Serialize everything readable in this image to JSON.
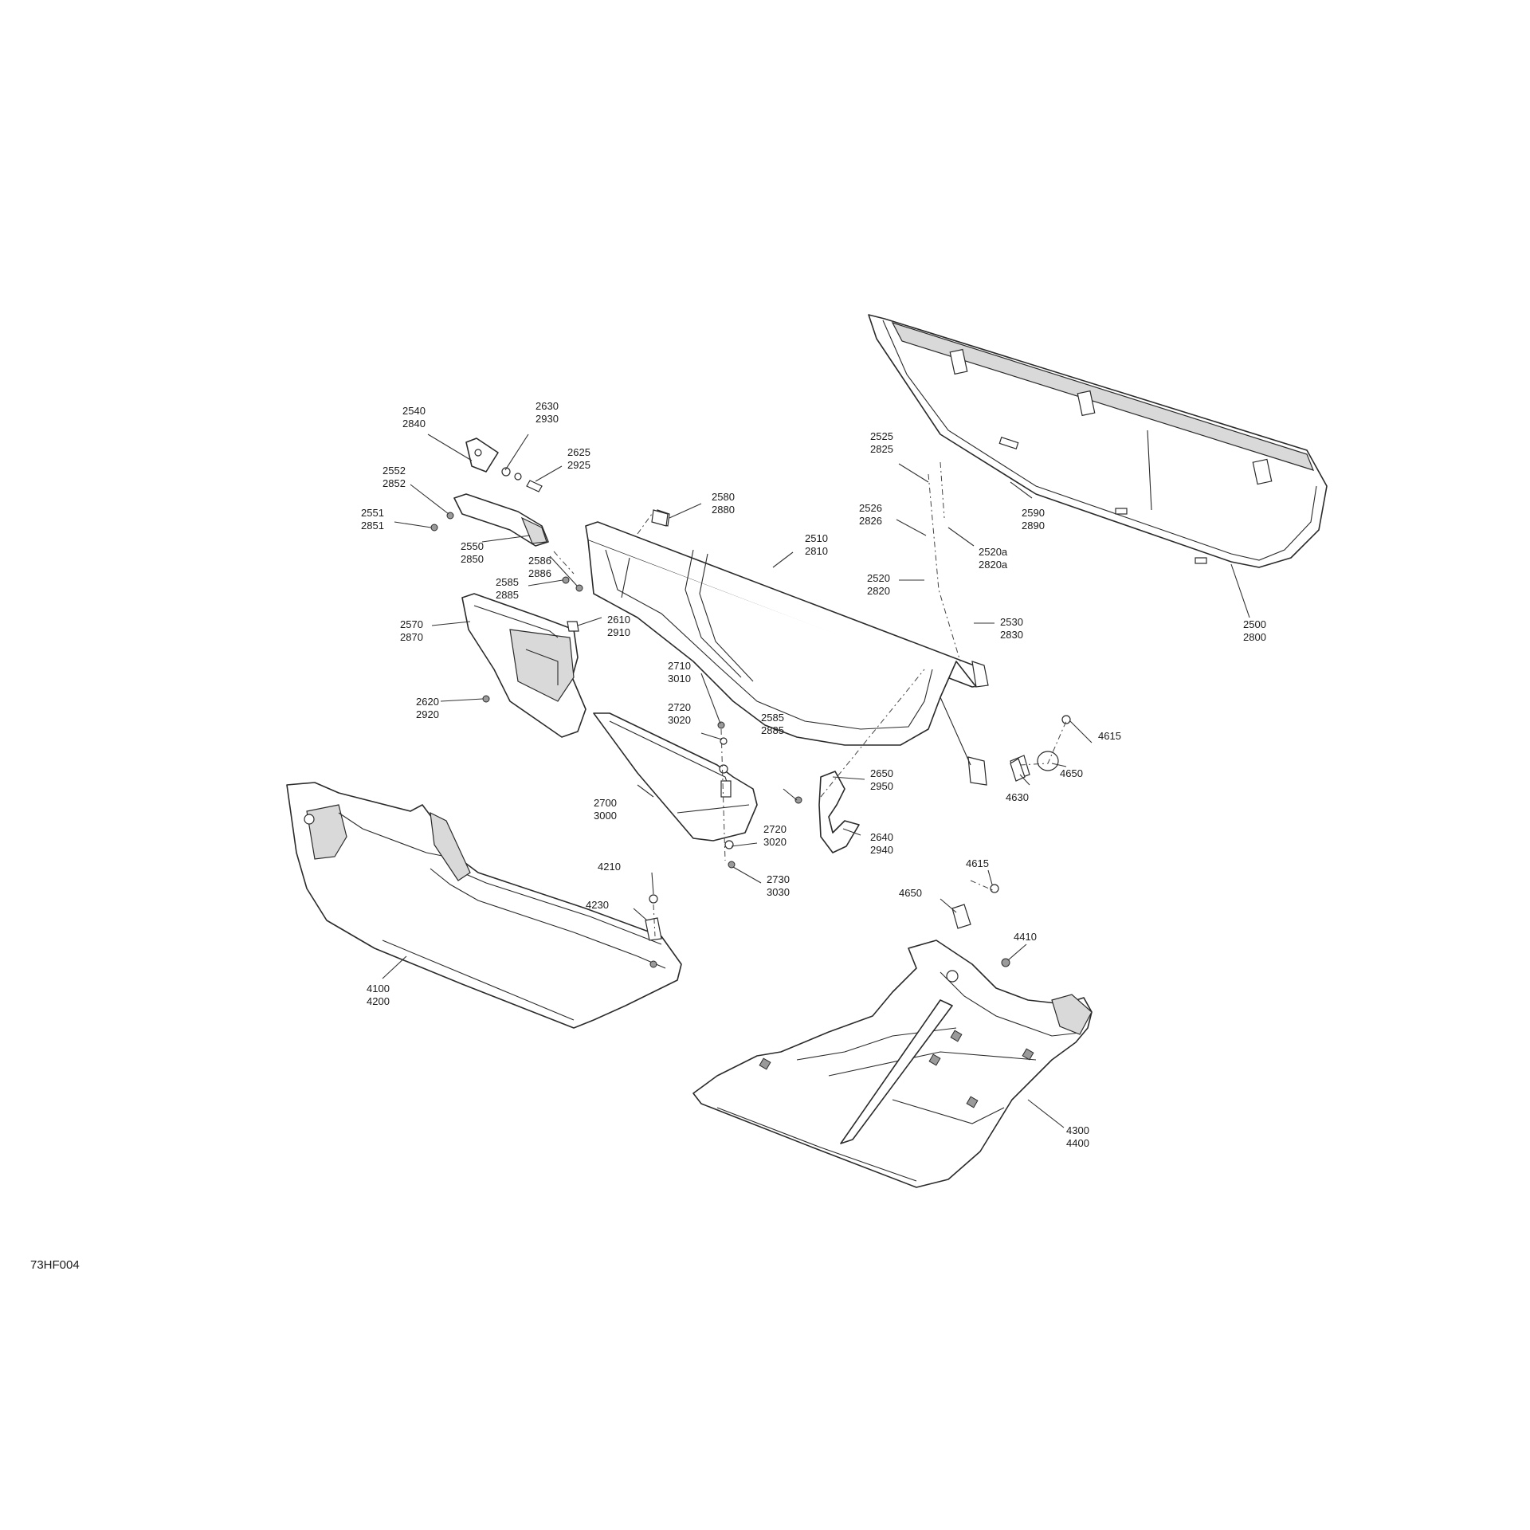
{
  "diagram_code": "73HF004",
  "callouts": [
    {
      "id": "c2540",
      "lines": [
        "2540",
        "2840"
      ]
    },
    {
      "id": "c2630",
      "lines": [
        "2630",
        "2930"
      ]
    },
    {
      "id": "c2625",
      "lines": [
        "2625",
        "2925"
      ]
    },
    {
      "id": "c2552",
      "lines": [
        "2552",
        "2852"
      ]
    },
    {
      "id": "c2551",
      "lines": [
        "2551",
        "2851"
      ]
    },
    {
      "id": "c2550",
      "lines": [
        "2550",
        "2850"
      ]
    },
    {
      "id": "c2580",
      "lines": [
        "2580",
        "2880"
      ]
    },
    {
      "id": "c2586",
      "lines": [
        "2586",
        "2886"
      ]
    },
    {
      "id": "c2585a",
      "lines": [
        "2585",
        "2885"
      ]
    },
    {
      "id": "c2510",
      "lines": [
        "2510",
        "2810"
      ]
    },
    {
      "id": "c2525",
      "lines": [
        "2525",
        "2825"
      ]
    },
    {
      "id": "c2526",
      "lines": [
        "2526",
        "2826"
      ]
    },
    {
      "id": "c2520a",
      "lines": [
        "2520a",
        "2820a"
      ]
    },
    {
      "id": "c2520",
      "lines": [
        "2520",
        "2820"
      ]
    },
    {
      "id": "c2530",
      "lines": [
        "2530",
        "2830"
      ]
    },
    {
      "id": "c2590",
      "lines": [
        "2590",
        "2890"
      ]
    },
    {
      "id": "c2500",
      "lines": [
        "2500",
        "2800"
      ]
    },
    {
      "id": "c2570",
      "lines": [
        "2570",
        "2870"
      ]
    },
    {
      "id": "c2610",
      "lines": [
        "2610",
        "2910"
      ]
    },
    {
      "id": "c2620",
      "lines": [
        "2620",
        "2920"
      ]
    },
    {
      "id": "c2710",
      "lines": [
        "2710",
        "3010"
      ]
    },
    {
      "id": "c2720a",
      "lines": [
        "2720",
        "3020"
      ]
    },
    {
      "id": "c2585b",
      "lines": [
        "2585",
        "2885"
      ]
    },
    {
      "id": "c2650",
      "lines": [
        "2650",
        "2950"
      ]
    },
    {
      "id": "c2700",
      "lines": [
        "2700",
        "3000"
      ]
    },
    {
      "id": "c2720b",
      "lines": [
        "2720",
        "3020"
      ]
    },
    {
      "id": "c2730",
      "lines": [
        "2730",
        "3030"
      ]
    },
    {
      "id": "c2640",
      "lines": [
        "2640",
        "2940"
      ]
    },
    {
      "id": "c4615a",
      "lines": [
        "4615"
      ]
    },
    {
      "id": "c4630",
      "lines": [
        "4630"
      ]
    },
    {
      "id": "c4650a",
      "lines": [
        "4650"
      ]
    },
    {
      "id": "c4210",
      "lines": [
        "4210"
      ]
    },
    {
      "id": "c4230",
      "lines": [
        "4230"
      ]
    },
    {
      "id": "c4100",
      "lines": [
        "4100",
        "4200"
      ]
    },
    {
      "id": "c4615b",
      "lines": [
        "4615"
      ]
    },
    {
      "id": "c4650b",
      "lines": [
        "4650"
      ]
    },
    {
      "id": "c4410",
      "lines": [
        "4410"
      ]
    },
    {
      "id": "c4300",
      "lines": [
        "4300",
        "4400"
      ]
    }
  ]
}
